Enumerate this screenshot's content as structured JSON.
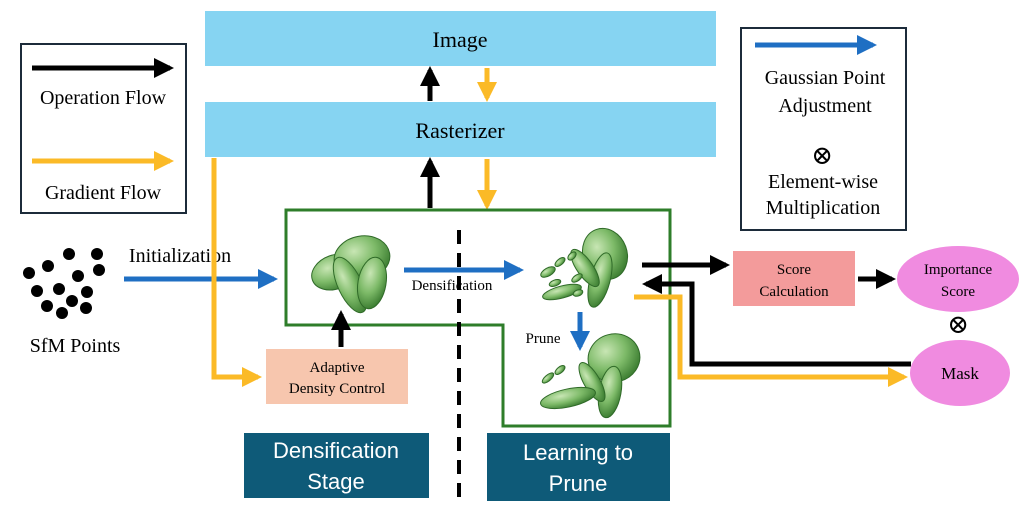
{
  "legend_left": {
    "operation_flow": "Operation Flow",
    "gradient_flow": "Gradient Flow"
  },
  "legend_right": {
    "adjustment_line1": "Gaussian Point",
    "adjustment_line2": "Adjustment",
    "multiplication_symbol": "⊗",
    "multiplication_line1": "Element-wise",
    "multiplication_line2": "Multiplication"
  },
  "blocks": {
    "image": "Image",
    "rasterizer": "Rasterizer",
    "adaptive_line1": "Adaptive",
    "adaptive_line2": "Density Control",
    "score_line1": "Score",
    "score_line2": "Calculation",
    "importance_line1": "Importance",
    "importance_line2": "Score",
    "mask": "Mask",
    "otimes": "⊗"
  },
  "labels": {
    "initialization": "Initialization",
    "sfm_points": "SfM Points",
    "densification": "Densification",
    "prune": "Prune"
  },
  "stages": {
    "densification_line1": "Densification",
    "densification_line2": "Stage",
    "learning_line1": "Learning to",
    "learning_line2": "Prune"
  },
  "colors": {
    "operation": "#000000",
    "gradient": "#FBBA27",
    "adjustment": "#1F6FC3",
    "light_blue": "#86D4F2",
    "salmon": "#F7C6AE",
    "score_pink": "#F39B9B",
    "ellipse_pink": "#F08BE0",
    "stage_navy": "#0E5A78",
    "green_border": "#2E7D2A"
  }
}
